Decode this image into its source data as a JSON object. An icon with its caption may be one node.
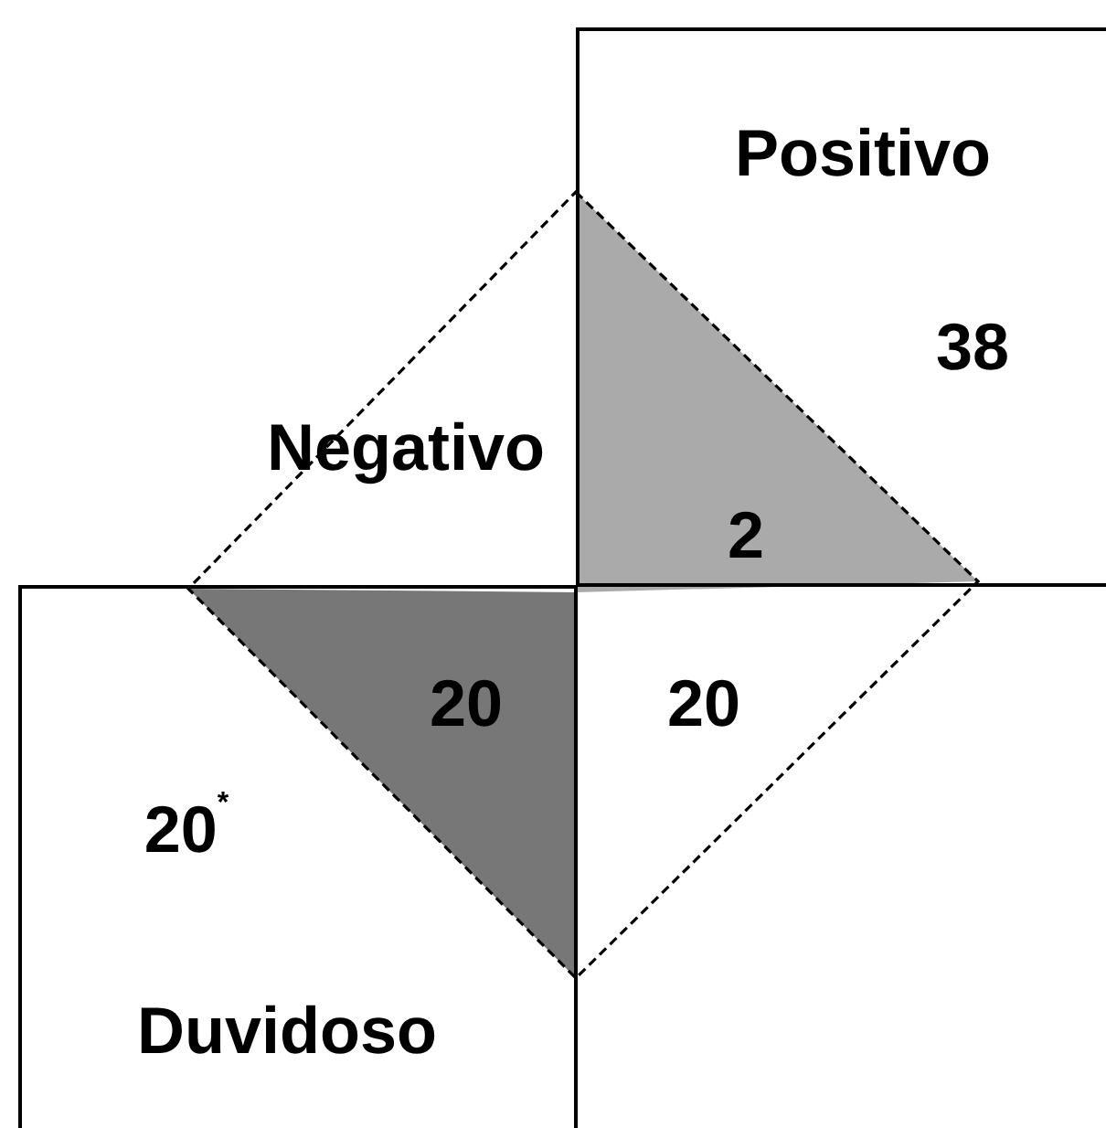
{
  "diagram": {
    "nodes": [
      {
        "text": [
          "Positivo",
          "38"
        ]
      },
      {
        "text": [
          "Negativo"
        ]
      },
      {
        "text": [
          "20$^{*}$",
          "Duvidoso"
        ]
      }
    ],
    "labels": [
      "2",
      "20",
      "20"
    ]
  }
}
